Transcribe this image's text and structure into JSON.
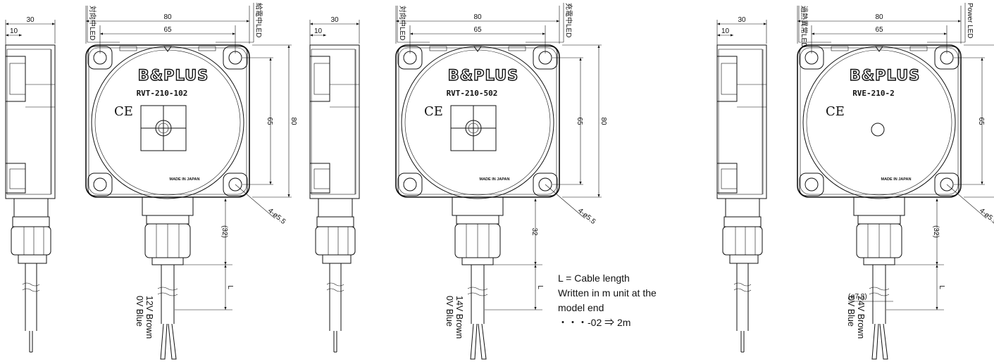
{
  "title": "",
  "dimensions": {
    "depth": "30",
    "led_offset": "10",
    "body": "80",
    "pitch": "65",
    "height": "80",
    "height_pitch": "65",
    "hole": "4-ø5.5",
    "cable_lead": "(32)",
    "cable_lead_plain": "32",
    "cable_length": "L",
    "cable_dia": "(ø7.8)"
  },
  "sensors": [
    {
      "model": "RVT-210-102",
      "logo": "B&PLUS",
      "ce": "CE",
      "made_in": "MADE IN JAPAN",
      "led_left": "対向中LED",
      "led_right": "給電中LED",
      "wire_brown": "12V Brown",
      "wire_blue": "0V  Blue"
    },
    {
      "model": "RVT-210-502",
      "logo": "B&PLUS",
      "ce": "CE",
      "made_in": "MADE IN JAPAN",
      "led_left": "対向中LED",
      "led_right": "充電中LED",
      "wire_brown": "14V Brown",
      "wire_blue": "0V  Blue"
    },
    {
      "model": "RVE-210-2",
      "logo": "B&PLUS",
      "ce": "CE",
      "made_in": "MADE IN JAPAN",
      "led_left": "過熱異常LED",
      "led_right": "Power LED",
      "wire_brown": "24V Brown",
      "wire_blue": "0V  Blue"
    }
  ],
  "note": {
    "line1": "L = Cable length",
    "line2": "Written in m unit at the",
    "line3": "model end",
    "line4": "・・・-02 ⇒ 2m"
  }
}
